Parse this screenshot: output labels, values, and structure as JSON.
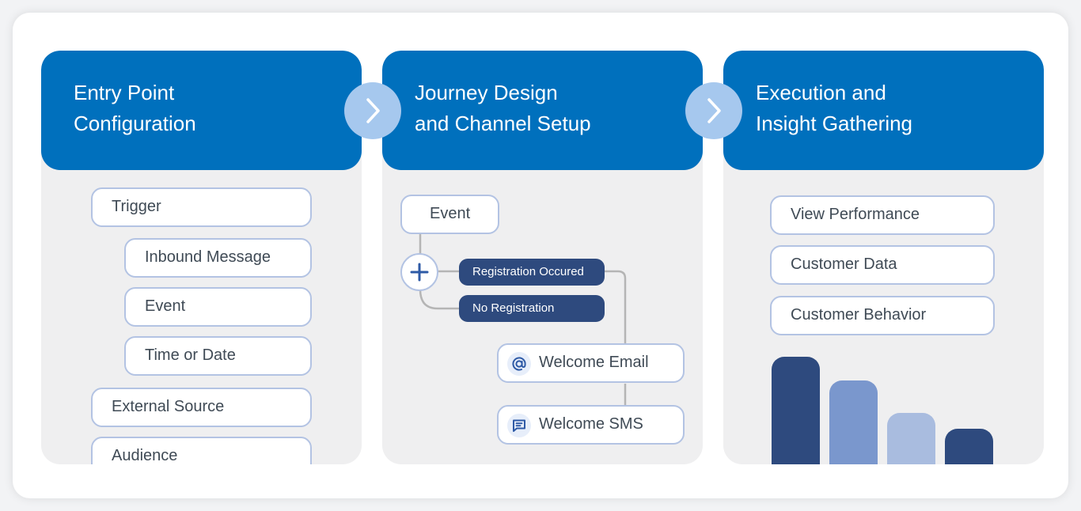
{
  "steps": [
    {
      "title_line1": "Entry Point",
      "title_line2": "Configuration"
    },
    {
      "title_line1": "Journey Design",
      "title_line2": "and Channel Setup"
    },
    {
      "title_line1": "Execution and",
      "title_line2": "Insight Gathering"
    }
  ],
  "entry": {
    "trigger": "Trigger",
    "inbound_message": "Inbound Message",
    "event": "Event",
    "time_or_date": "Time or Date",
    "external_source": "External Source",
    "audience": "Audience"
  },
  "journey": {
    "event": "Event",
    "branch_yes": "Registration Occured",
    "branch_no": "No Registration",
    "welcome_email": "Welcome Email",
    "welcome_sms": "Welcome SMS",
    "email_icon": "at-sign-icon",
    "sms_icon": "chat-message-icon",
    "add_icon": "plus-icon"
  },
  "insight": {
    "view_performance": "View Performance",
    "customer_data": "Customer Data",
    "customer_behavior": "Customer Behavior"
  },
  "chart_data": {
    "type": "bar",
    "categories": [],
    "values": [
      1.0,
      0.78,
      0.48,
      0.33
    ],
    "colors": [
      "#2e4a7e",
      "#7a97cd",
      "#a9bcdf",
      "#2e4a7e"
    ]
  },
  "colors": {
    "header": "#0070bd",
    "arrow_circle": "#a6c8ee",
    "pill_border": "#b3c3e3",
    "chip": "#2e4a7e",
    "card_bg": "#efeff0"
  }
}
